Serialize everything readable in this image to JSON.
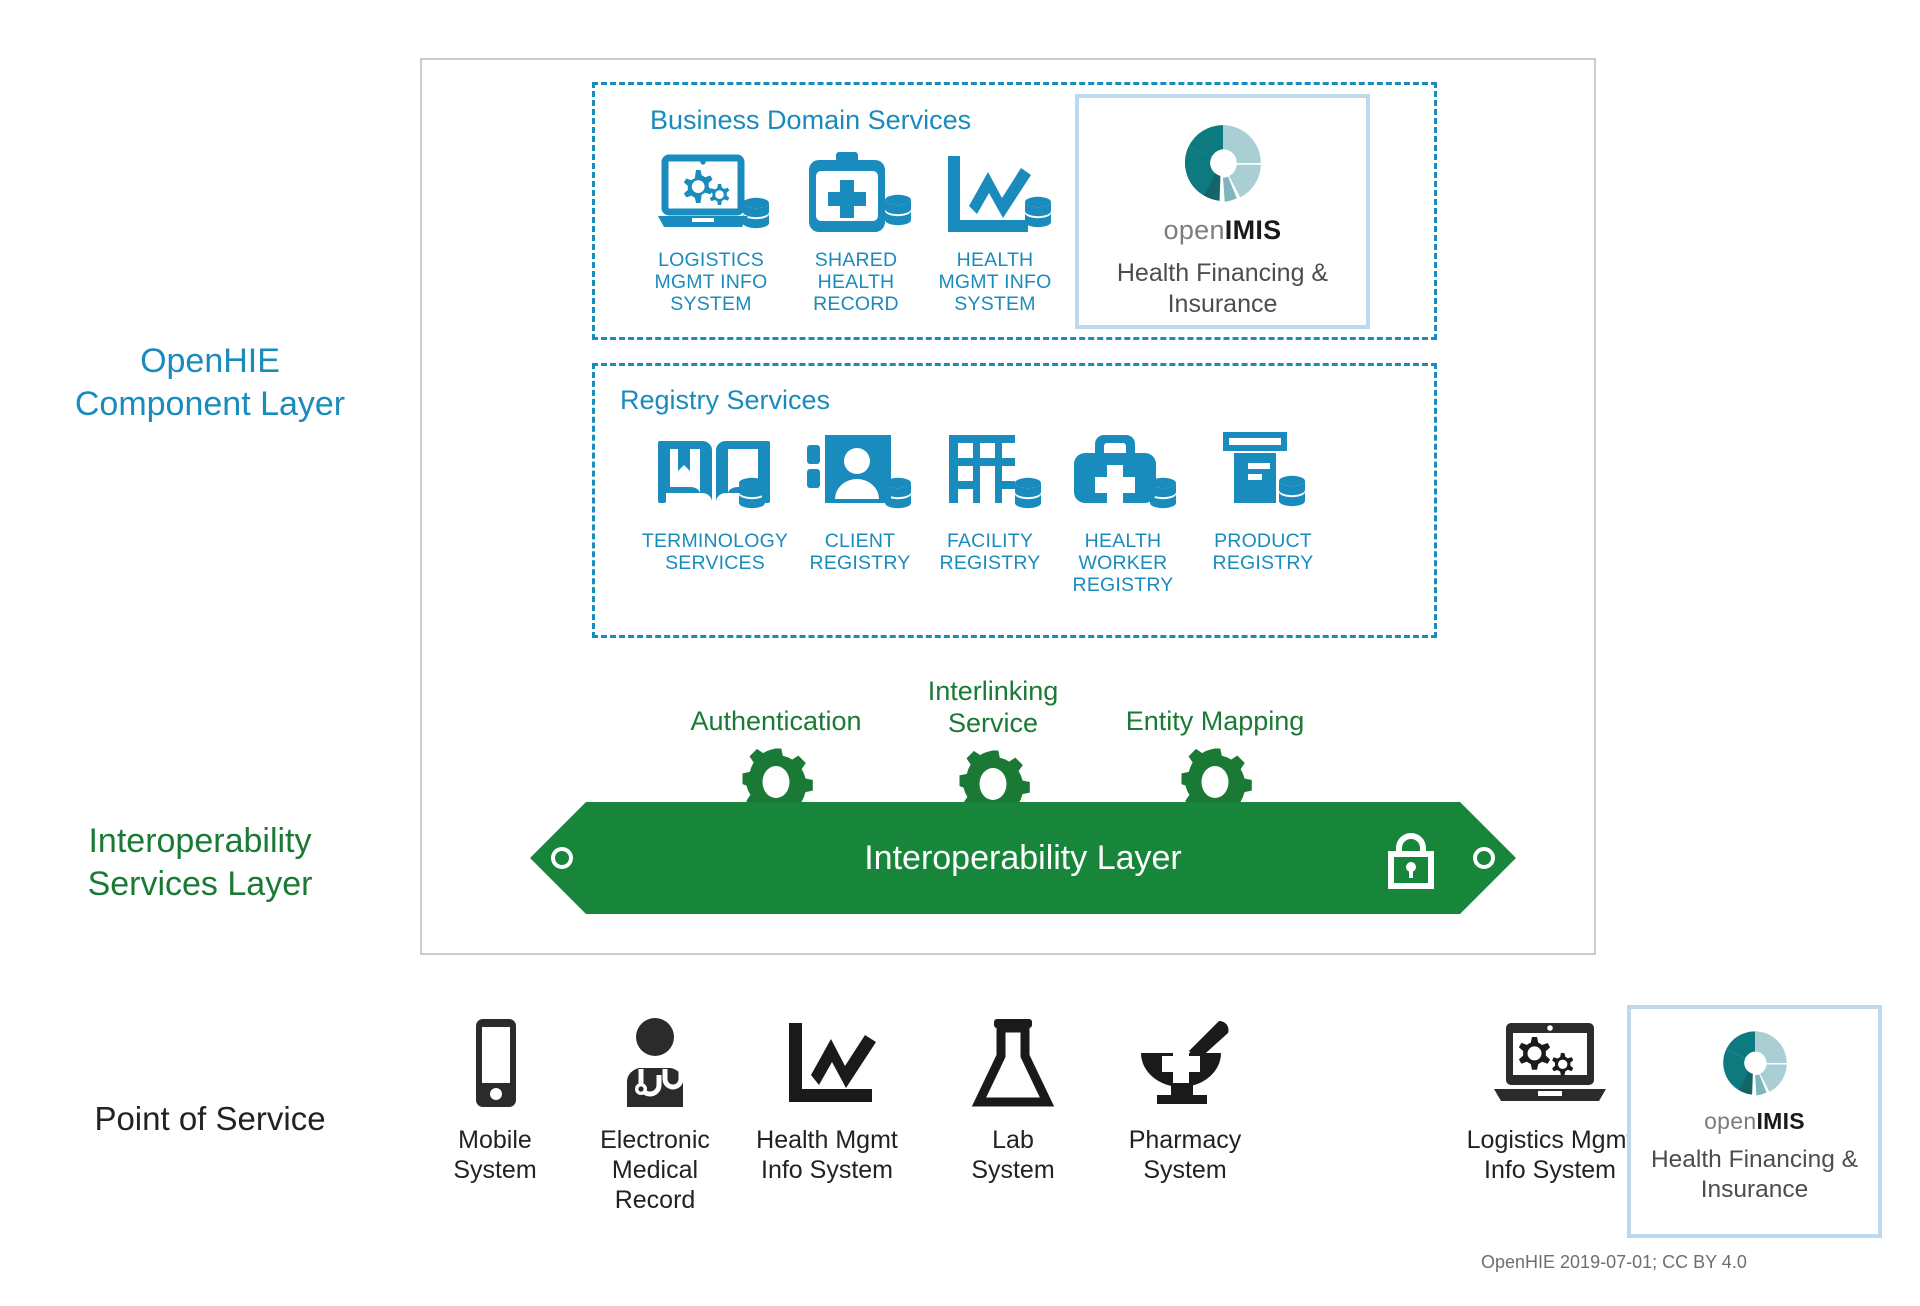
{
  "layers": {
    "openhie": "OpenHIE\nComponent Layer",
    "openhie_line1": "OpenHIE",
    "openhie_line2": "Component Layer",
    "interop_line1": "Interoperability",
    "interop_line2": "Services Layer",
    "point_of_service": "Point of Service"
  },
  "groups": {
    "business_domain_services": "Business Domain Services",
    "registry_services": "Registry Services"
  },
  "business_domain_services": [
    {
      "icon": "laptop-gears-database-icon",
      "label": "LOGISTICS\nMGMT INFO\nSYSTEM"
    },
    {
      "icon": "clipboard-cross-database-icon",
      "label": "SHARED\nHEALTH\nRECORD"
    },
    {
      "icon": "chart-database-icon",
      "label": "HEALTH\nMGMT INFO\nSYSTEM"
    }
  ],
  "registry_services": [
    {
      "icon": "open-book-database-icon",
      "label": "TERMINOLOGY\nSERVICES"
    },
    {
      "icon": "person-card-database-icon",
      "label": "CLIENT\nREGISTRY"
    },
    {
      "icon": "building-database-icon",
      "label": "FACILITY\nREGISTRY"
    },
    {
      "icon": "medical-bag-database-icon",
      "label": "HEALTH\nWORKER\nREGISTRY"
    },
    {
      "icon": "pill-bottle-database-icon",
      "label": "PRODUCT\nREGISTRY"
    }
  ],
  "openimis_top": {
    "logo": "openimis-logo-icon",
    "word_light": "open",
    "word_bold": "IMIS",
    "caption": "Health Financing &\nInsurance"
  },
  "openimis_bottom": {
    "logo": "openimis-logo-icon",
    "word_light": "open",
    "word_bold": "IMIS",
    "caption": "Health Financing &\nInsurance"
  },
  "interoperability": {
    "banner_label": "Interoperability Layer",
    "lock_icon": "padlock-icon",
    "services": [
      {
        "icon": "gear-icon",
        "label": "Authentication"
      },
      {
        "icon": "gear-icon",
        "label": "Interlinking\nService"
      },
      {
        "icon": "gear-icon",
        "label": "Entity Mapping"
      }
    ]
  },
  "point_of_service": [
    {
      "icon": "mobile-phone-icon",
      "label": "Mobile\nSystem"
    },
    {
      "icon": "doctor-stethoscope-icon",
      "label": "Electronic\nMedical\nRecord"
    },
    {
      "icon": "chart-icon",
      "label": "Health Mgmt\nInfo System"
    },
    {
      "icon": "flask-icon",
      "label": "Lab\nSystem"
    },
    {
      "icon": "mortar-pestle-icon",
      "label": "Pharmacy\nSystem"
    },
    {
      "icon": "laptop-gears-icon",
      "label": "Logistics Mgmt\nInfo System"
    }
  ],
  "attribution": "OpenHIE 2019-07-01; CC BY 4.0",
  "colors": {
    "openhie_blue": "#1a8bbd",
    "interop_green": "#1a7a35",
    "imis_teal_dark": "#0d7a80",
    "imis_teal_light": "#a9cfd4",
    "frame_gray": "#cccccc",
    "highlight_blue": "#bdd9f0"
  }
}
